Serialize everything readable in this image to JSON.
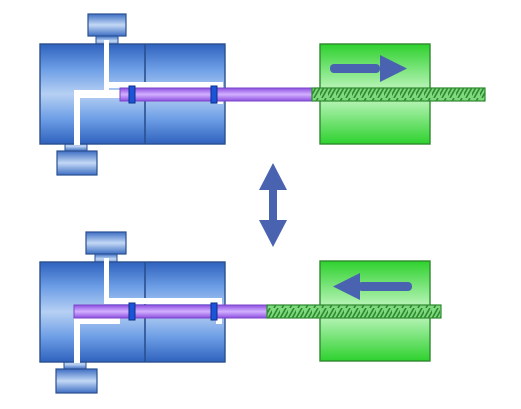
{
  "colors": {
    "background": "#ffffff",
    "cylinder_light": "#a9c6ef",
    "cylinder_mid": "#5b8fe0",
    "cylinder_dark": "#2e5fb8",
    "cylinder_stroke": "#2a4f8f",
    "channel": "#ffffff",
    "rod_purple": "#a86cf0",
    "rod_purple_stroke": "#7a44c8",
    "seal_blue": "#1a55d8",
    "screw_green": "#5ac85a",
    "screw_green_dark": "#2e8a2e",
    "nut_green_light": "#b9f5b9",
    "nut_green": "#3ed63e",
    "arrow": "#4a63b0"
  },
  "diagram": {
    "panels": [
      {
        "id": "top",
        "motion": "extend",
        "arrow_direction": "right"
      },
      {
        "id": "bottom",
        "motion": "retract",
        "arrow_direction": "left"
      }
    ],
    "middle_arrow": "vertical-double"
  }
}
